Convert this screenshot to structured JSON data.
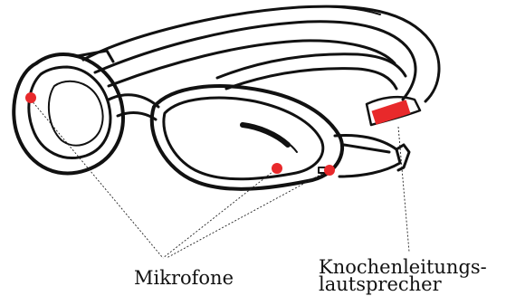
{
  "labels": {
    "microphones": "Mikrofone",
    "bone_conduction_line1": "Knochenleitungs-",
    "bone_conduction_line2": "lautsprecher"
  },
  "colors": {
    "microphone_marker": "#e8292b",
    "bone_speaker_marker": "#e8292b",
    "outline": "#111111",
    "leader_line": "#222222"
  },
  "components": {
    "microphones_count": 3,
    "bone_conduction_speakers_count": 1
  }
}
